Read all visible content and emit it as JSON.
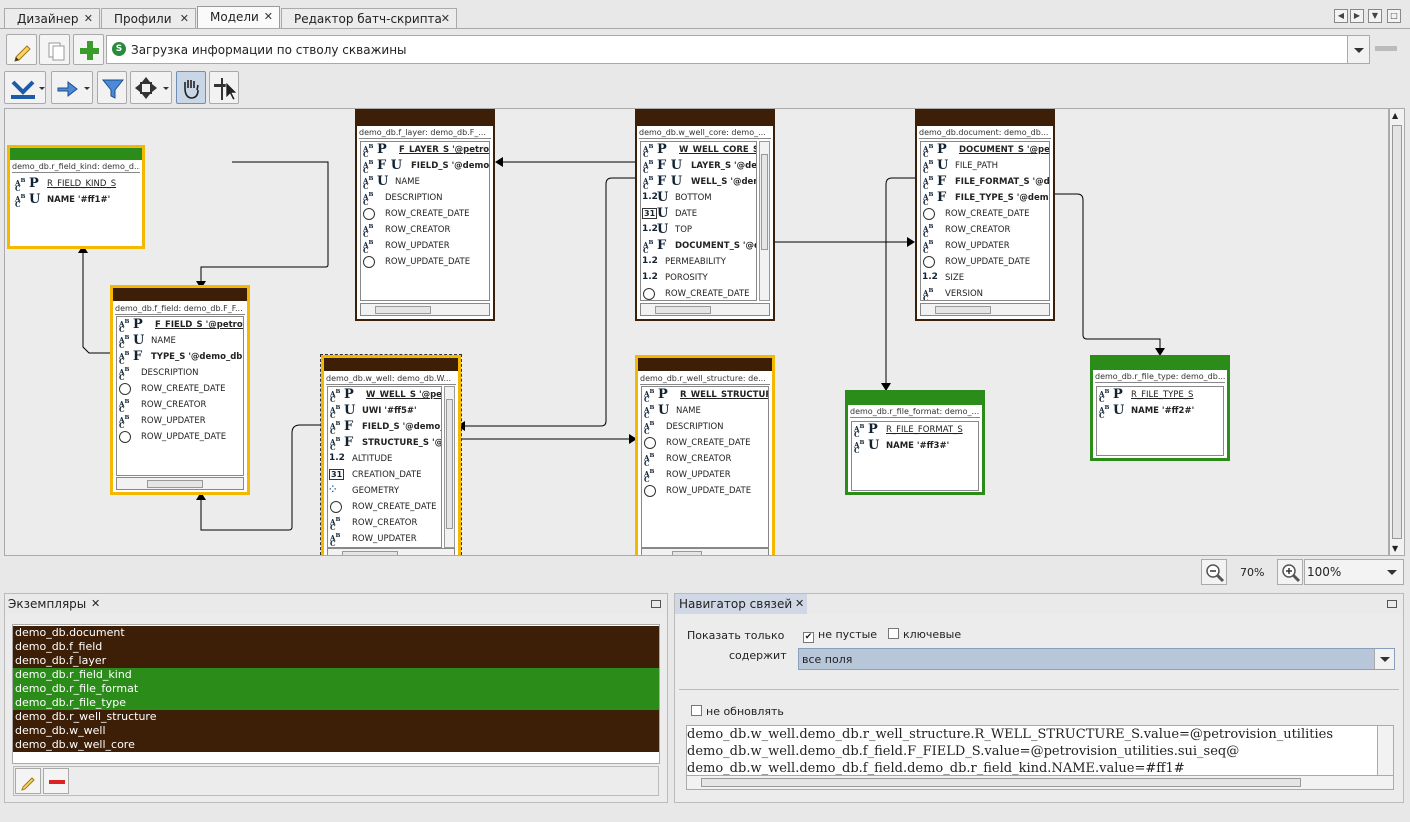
{
  "tabs": [
    {
      "label": "Дизайнер"
    },
    {
      "label": "Профили"
    },
    {
      "label": "Модели"
    },
    {
      "label": "Редактор батч-скрипта"
    }
  ],
  "model_combo": {
    "value": "Загрузка информации по стволу скважины",
    "icon_letter": "S"
  },
  "zoom": {
    "percent_label": "70%",
    "select_value": "100%"
  },
  "colors": {
    "ref_header": "#2b8c1a",
    "entity_header": "#3d1e06",
    "selected_border": "#f5b800"
  },
  "entities": {
    "r_field_kind": {
      "name": "demo_db.r_field_kind: demo_d...",
      "rows": [
        "R_FIELD_KIND_S",
        "NAME '#ff1#'"
      ]
    },
    "f_layer": {
      "name": "demo_db.f_layer: demo_db.F_...",
      "rows": [
        "F_LAYER_S '@petrovisi",
        "FIELD_S '@demo_d",
        "NAME",
        "DESCRIPTION",
        "ROW_CREATE_DATE",
        "ROW_CREATOR",
        "ROW_UPDATER",
        "ROW_UPDATE_DATE"
      ]
    },
    "w_well_core": {
      "name": "demo_db.w_well_core: demo_...",
      "rows": [
        "W_WELL_CORE_S '",
        "LAYER_S '@der",
        "WELL_S '@dem",
        "BOTTOM",
        "DATE",
        "TOP",
        "DOCUMENT_S '@d",
        "PERMEABILITY",
        "POROSITY",
        "ROW_CREATE_DATE"
      ]
    },
    "document": {
      "name": "demo_db.document: demo_db...",
      "rows": [
        "DOCUMENT_S '@petro",
        "FILE_PATH",
        "FILE_FORMAT_S '@der",
        "FILE_TYPE_S '@demo_",
        "ROW_CREATE_DATE",
        "ROW_CREATOR",
        "ROW_UPDATER",
        "ROW_UPDATE_DATE",
        "SIZE",
        "VERSION"
      ]
    },
    "f_field": {
      "name": "demo_db.f_field: demo_db.F_F...",
      "rows": [
        "F_FIELD_S '@petrovisi",
        "NAME",
        "TYPE_S '@demo_db.r_f",
        "DESCRIPTION",
        "ROW_CREATE_DATE",
        "ROW_CREATOR",
        "ROW_UPDATER",
        "ROW_UPDATE_DATE"
      ]
    },
    "w_well": {
      "name": "demo_db.w_well: demo_db.W...",
      "rows": [
        "W_WELL_S '@petro",
        "UWI '#ff5#'",
        "FIELD_S '@demo_d",
        "STRUCTURE_S '@d",
        "ALTITUDE",
        "CREATION_DATE",
        "GEOMETRY",
        "ROW_CREATE_DATE",
        "ROW_CREATOR",
        "ROW_UPDATER"
      ]
    },
    "r_well_structure": {
      "name": "demo_db.r_well_structure: de...",
      "rows": [
        "R_WELL_STRUCTURE",
        "NAME",
        "DESCRIPTION",
        "ROW_CREATE_DATE",
        "ROW_CREATOR",
        "ROW_UPDATER",
        "ROW_UPDATE_DATE"
      ]
    },
    "r_file_format": {
      "name": "demo_db.r_file_format: demo_...",
      "rows": [
        "R_FILE_FORMAT_S",
        "NAME '#ff3#'"
      ]
    },
    "r_file_type": {
      "name": "demo_db.r_file_type: demo_db...",
      "rows": [
        "R_FILE_TYPE_S",
        "NAME '#ff2#'"
      ]
    }
  },
  "instances": {
    "title": "Экземпляры",
    "items": [
      {
        "label": "demo_db.document",
        "color": "#3d1e06"
      },
      {
        "label": "demo_db.f_field",
        "color": "#3d1e06"
      },
      {
        "label": "demo_db.f_layer",
        "color": "#3d1e06"
      },
      {
        "label": "demo_db.r_field_kind",
        "color": "#2b8c1a"
      },
      {
        "label": "demo_db.r_file_format",
        "color": "#2b8c1a"
      },
      {
        "label": "demo_db.r_file_type",
        "color": "#2b8c1a"
      },
      {
        "label": "demo_db.r_well_structure",
        "color": "#3d1e06"
      },
      {
        "label": "demo_db.w_well",
        "color": "#3d1e06"
      },
      {
        "label": "demo_db.w_well_core",
        "color": "#3d1e06"
      }
    ]
  },
  "navigator": {
    "title": "Навигатор связей",
    "show_only_label": "Показать только",
    "non_empty_label": "не пустые",
    "non_empty_checked": true,
    "key_label": "ключевые",
    "key_checked": false,
    "contains_label": "содержит",
    "contains_value": "все поля",
    "no_update_label": "не обновлять",
    "lines": [
      "demo_db.w_well.demo_db.r_well_structure.R_WELL_STRUCTURE_S.value=@petrovision_utilities",
      "demo_db.w_well.demo_db.f_field.F_FIELD_S.value=@petrovision_utilities.sui_seq@",
      "demo_db.w_well.demo_db.f_field.demo_db.r_field_kind.NAME.value=#ff1#"
    ]
  }
}
